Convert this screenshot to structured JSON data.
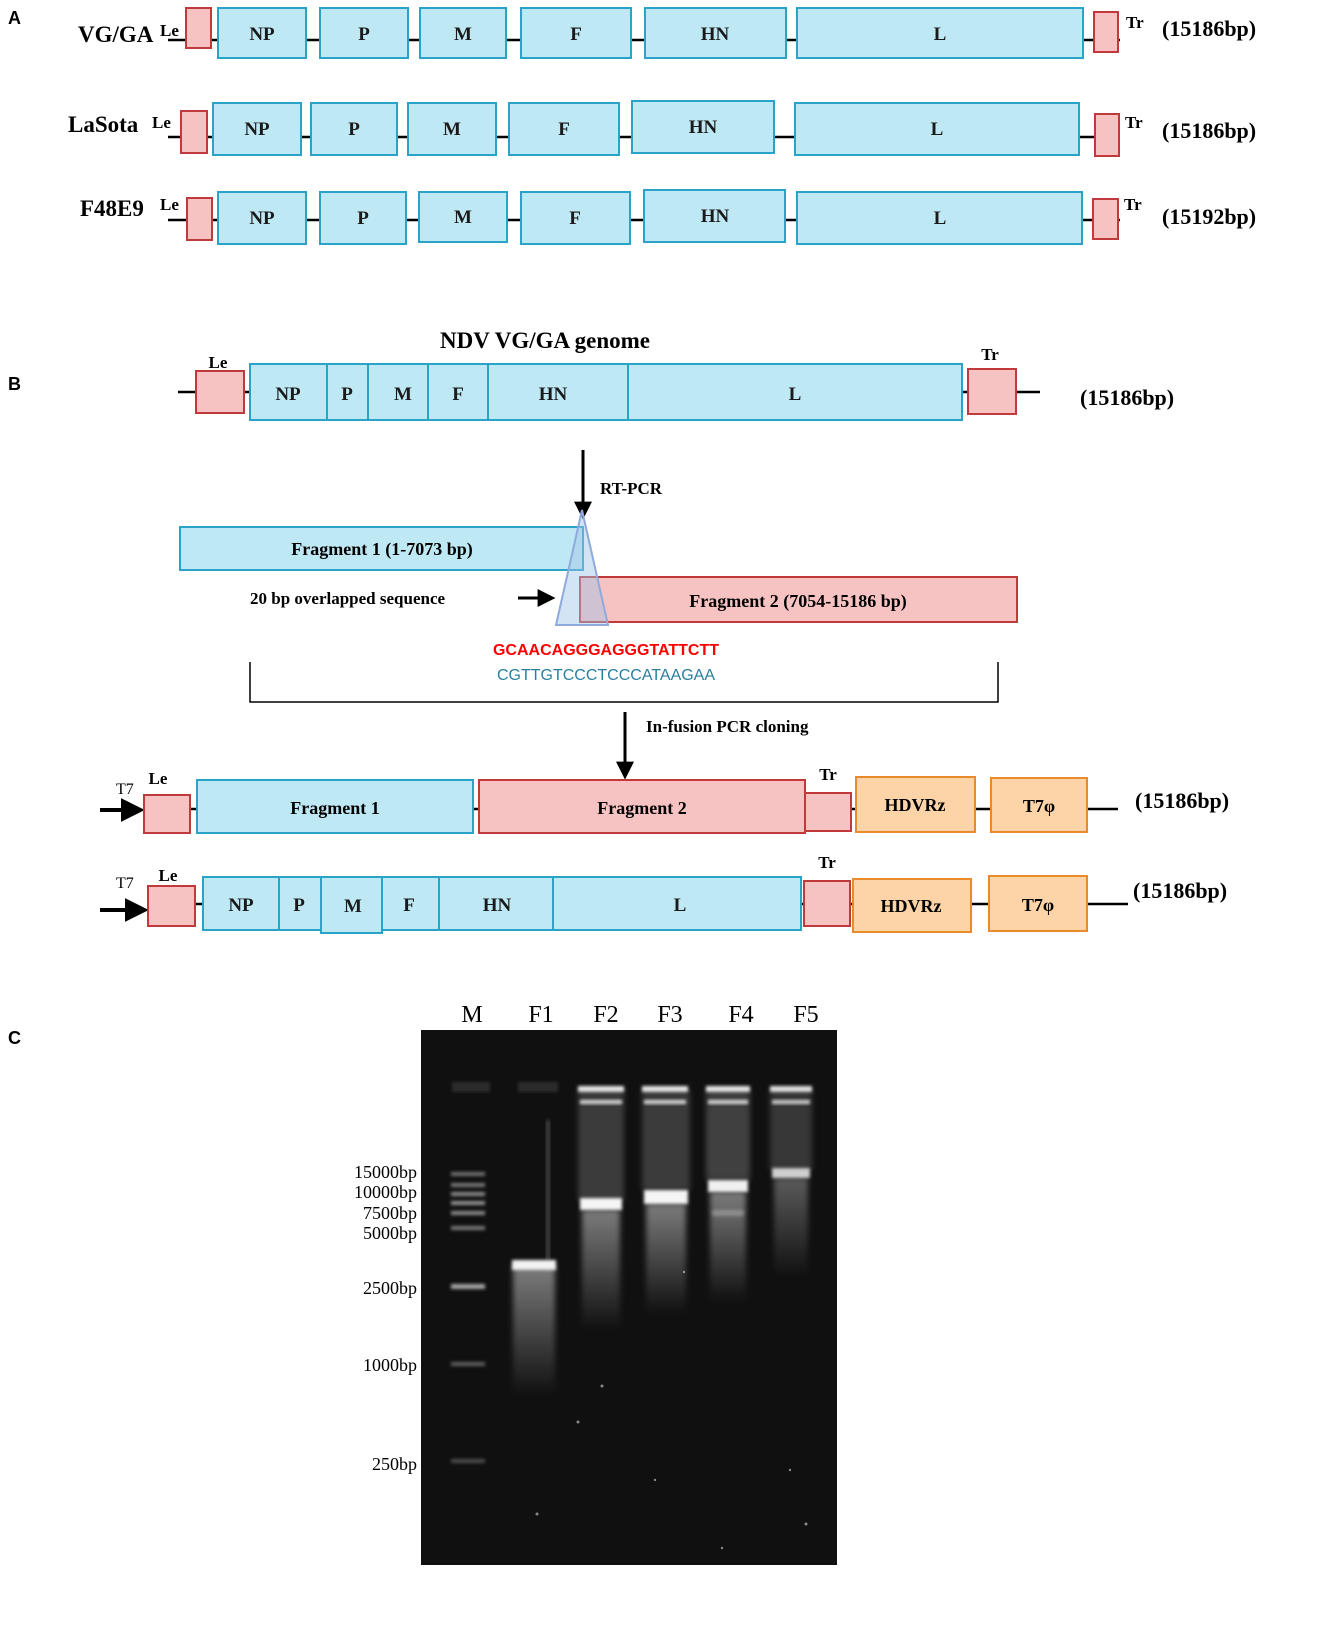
{
  "panel_labels": {
    "a": "A",
    "b": "B",
    "c": "C"
  },
  "colors": {
    "gene_fill": "#bfe8f5",
    "gene_stroke": "#2aa3c9",
    "terminal_fill": "#f7c2c2",
    "terminal_stroke": "#c0393b",
    "element_fill": "#fdd4a8",
    "element_stroke": "#e98b2a",
    "seq_top": "#ff0000",
    "seq_bottom": "#2a7f9e"
  },
  "panel_a": {
    "genomes": [
      {
        "name": "VG/GA",
        "size": "(15186bp)"
      },
      {
        "name": "LaSota",
        "size": "(15186bp)"
      },
      {
        "name": "F48E9",
        "size": "(15192bp)"
      }
    ],
    "leader": "Le",
    "trailer": "Tr",
    "genes": [
      "NP",
      "P",
      "M",
      "F",
      "HN",
      "L"
    ]
  },
  "panel_b": {
    "title": "NDV VG/GA genome",
    "leader": "Le",
    "trailer": "Tr",
    "genes": [
      "NP",
      "P",
      "M",
      "F",
      "HN",
      "L"
    ],
    "size": "(15186bp)",
    "step1": "RT-PCR",
    "fragment1": "Fragment 1  (1-7073 bp)",
    "fragment2": "Fragment 2 (7054-15186 bp)",
    "overlap_label": "20 bp overlapped sequence",
    "seq_top": "GCAACAGGGAGGGTATTCTT",
    "seq_bottom": "CGTTGTCCCTCCCATAAGAA",
    "step2": "In-fusion PCR cloning",
    "promoter": "T7",
    "construct1": {
      "le": "Le",
      "frag1": "Fragment 1",
      "frag2": "Fragment 2",
      "tr": "Tr",
      "hdvrz": "HDVRz",
      "t7phi": "T7φ",
      "size": "(15186bp)"
    },
    "construct2": {
      "le": "Le",
      "genes": [
        "NP",
        "P",
        "M",
        "F",
        "HN",
        "L"
      ],
      "tr": "Tr",
      "hdvrz": "HDVRz",
      "t7phi": "T7φ",
      "size": "(15186bp)"
    }
  },
  "panel_c": {
    "lanes": [
      "M",
      "F1",
      "F2",
      "F3",
      "F4",
      "F5"
    ],
    "ladder": [
      "15000bp",
      "10000bp",
      "7500bp",
      "5000bp",
      "2500bp",
      "1000bp",
      "250bp"
    ]
  }
}
